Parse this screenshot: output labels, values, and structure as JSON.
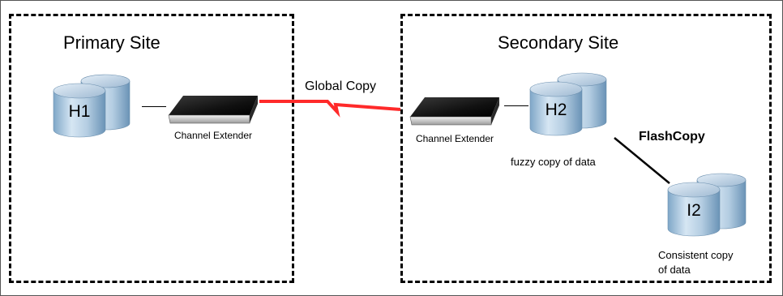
{
  "primary_site": {
    "title": "Primary Site",
    "volume": "H1",
    "extender_label": "Channel Extender"
  },
  "secondary_site": {
    "title": "Secondary Site",
    "volume_primary": "H2",
    "volume_primary_caption": "fuzzy copy of data",
    "volume_copy": "I2",
    "volume_copy_caption_line1": "Consistent copy",
    "volume_copy_caption_line2": "of data",
    "extender_label": "Channel Extender"
  },
  "links": {
    "global_copy_label": "Global Copy",
    "flashcopy_label": "FlashCopy",
    "global_copy_color": "#ff2a2a"
  }
}
